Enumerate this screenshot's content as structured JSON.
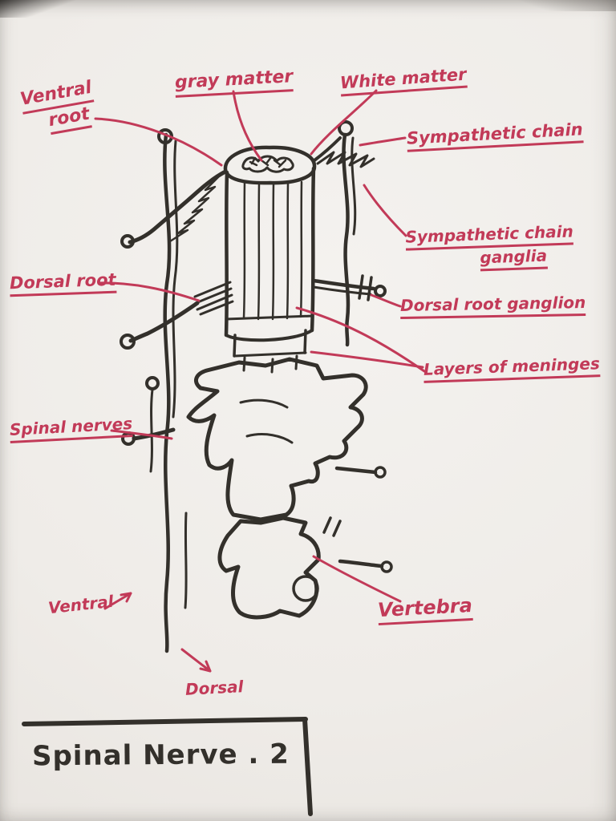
{
  "board": {
    "title": "Spinal Nerve . 2",
    "ink_black": "#33302b",
    "ink_red": "#c23a58",
    "board_bg": "#f1efec"
  },
  "labels": {
    "ventral_root": {
      "line1": "Ventral",
      "line2": "root"
    },
    "gray_matter": "gray matter",
    "white_matter": "White matter",
    "sympathetic_chain": "Sympathetic chain",
    "sympathetic_chain_ganglia": {
      "line1": "Sympathetic chain",
      "line2": "ganglia"
    },
    "dorsal_root": "Dorsal root",
    "dorsal_root_ganglion": "Dorsal root ganglion",
    "layers_of_meninges": "Layers of meninges",
    "spinal_nerves": "Spinal nerves",
    "ventral_direction": "Ventral",
    "dorsal_direction": "Dorsal",
    "vertebra": "Vertebra"
  }
}
